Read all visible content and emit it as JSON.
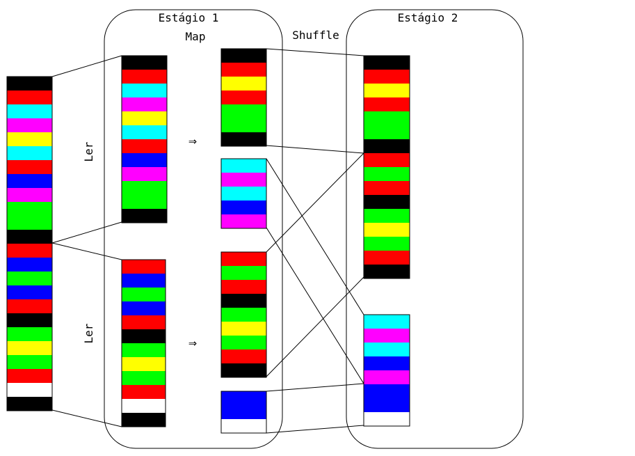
{
  "labels": {
    "stage1": "Estágio 1",
    "map": "Map",
    "shuffle": "Shuffle",
    "stage2": "Estágio 2",
    "read_top": "Ler",
    "read_bottom": "Ler",
    "arrow_top": "⇒",
    "arrow_bottom": "⇒"
  },
  "colors": {
    "black": "#000000",
    "red": "#ff0000",
    "cyan": "#00ffff",
    "magenta": "#ff00ff",
    "yellow": "#ffff00",
    "blue": "#0000ff",
    "green": "#00ff00",
    "white": "#ffffff"
  },
  "blocks": {
    "input": [
      "black",
      "red",
      "cyan",
      "magenta",
      "yellow",
      "cyan",
      "red",
      "blue",
      "magenta",
      "green",
      "green",
      "black",
      "red",
      "blue",
      "green",
      "blue",
      "red",
      "black",
      "green",
      "yellow",
      "green",
      "red",
      "white",
      "black"
    ],
    "split_top": [
      "black",
      "red",
      "cyan",
      "magenta",
      "yellow",
      "cyan",
      "red",
      "blue",
      "magenta",
      "green",
      "green",
      "black"
    ],
    "split_bottom": [
      "red",
      "blue",
      "green",
      "blue",
      "red",
      "black",
      "green",
      "yellow",
      "green",
      "red",
      "white",
      "black"
    ],
    "map_top_a": [
      "black",
      "red",
      "yellow",
      "red",
      "green",
      "green",
      "black"
    ],
    "map_top_b": [
      "cyan",
      "magenta",
      "cyan",
      "blue",
      "magenta"
    ],
    "map_bottom_a": [
      "red",
      "green",
      "red",
      "black",
      "green",
      "yellow",
      "green",
      "red",
      "black"
    ],
    "map_bottom_b": [
      "blue",
      "blue",
      "white"
    ],
    "stage2_a": [
      "black",
      "red",
      "yellow",
      "red",
      "green",
      "green",
      "black",
      "red",
      "green",
      "red",
      "black",
      "green",
      "yellow",
      "green",
      "red",
      "black"
    ],
    "stage2_b": [
      "cyan",
      "magenta",
      "cyan",
      "blue",
      "magenta",
      "blue",
      "blue",
      "white"
    ]
  }
}
